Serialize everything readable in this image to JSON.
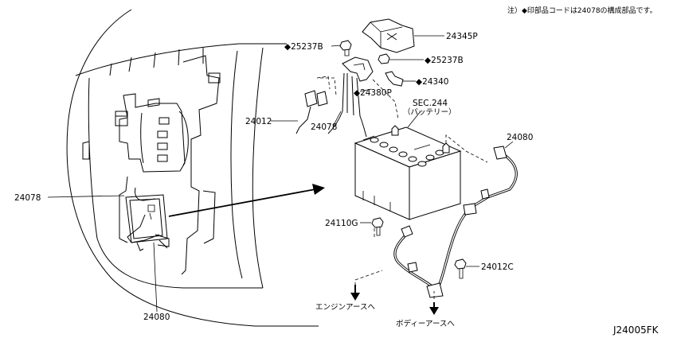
{
  "note": "注）◆印部品コードは24078の構成部品です。",
  "figure_ref": "J24005FK",
  "labels": {
    "p24345P": "24345P",
    "p25237B_left": "◆25237B",
    "p25237B_right": "◆25237B",
    "p24340": "◆24340",
    "p24380P": "◆24380P",
    "p24012": "24012",
    "p24078_mid": "24078",
    "sec_ref": "SEC.244",
    "battery": "（バッテリー）",
    "p24080_right": "24080",
    "p24078_left": "24078",
    "p24110G": "24110G",
    "p24012C": "24012C",
    "engine_earth": "エンジンアースへ",
    "body_earth": "ボディーアースへ",
    "p24080_bottom": "24080"
  }
}
